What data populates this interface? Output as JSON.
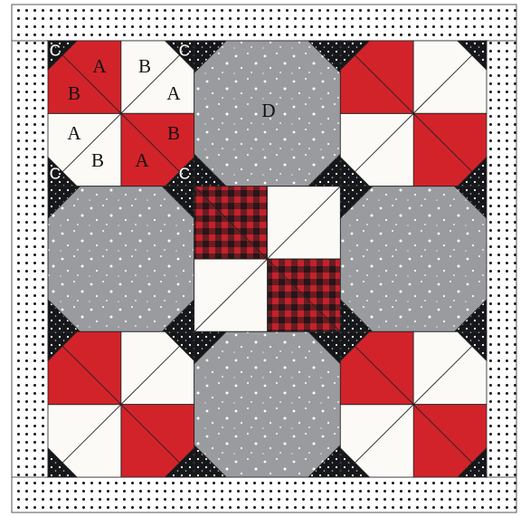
{
  "colors": {
    "red": "#d2232a",
    "white": "#fbfaf6",
    "gray": "#9a9b9e",
    "black": "#16171a",
    "border_bg": "#ffffff",
    "border_dot": "#161616",
    "plaid_red": "#c5212b",
    "plaid_dark": "#1a1a1c",
    "outline": "#222222"
  },
  "labels": {
    "a1": "A",
    "a2": "A",
    "a3": "A",
    "a4": "A",
    "b1": "B",
    "b2": "B",
    "b3": "B",
    "b4": "B",
    "c1": "C",
    "c2": "C",
    "c3": "C",
    "c4": "C",
    "d": "D"
  },
  "layout": {
    "rows": [
      [
        "pinwheel-red",
        "snowball",
        "pinwheel-red"
      ],
      [
        "snowball",
        "pinwheel-plaid",
        "snowball"
      ],
      [
        "pinwheel-red",
        "snowball",
        "pinwheel-red"
      ]
    ],
    "labelled_block": "pinwheel-red"
  }
}
